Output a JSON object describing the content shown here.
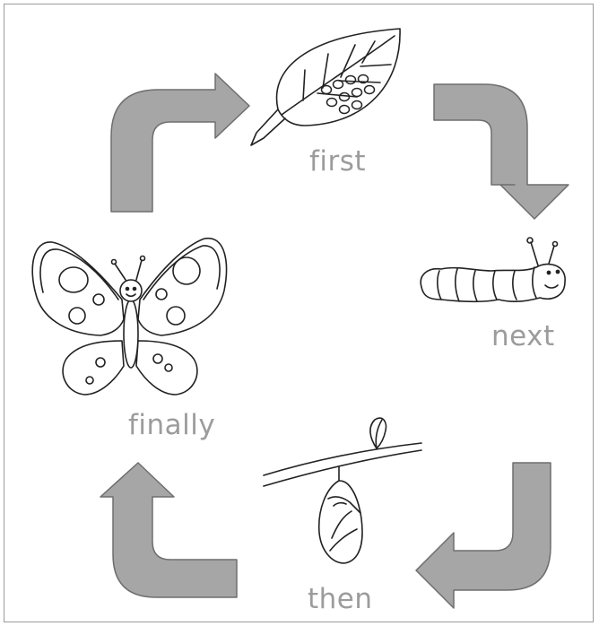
{
  "stages": [
    {
      "key": "first",
      "label": "first",
      "picture": "leaf-with-eggs-icon"
    },
    {
      "key": "next",
      "label": "next",
      "picture": "caterpillar-icon"
    },
    {
      "key": "then",
      "label": "then",
      "picture": "chrysalis-icon"
    },
    {
      "key": "finally",
      "label": "finally",
      "picture": "butterfly-icon"
    }
  ],
  "colors": {
    "arrow_fill": "#a6a6a6",
    "arrow_stroke": "#6e6e6e",
    "label_text": "#9c9c9c",
    "line_art": "#222222",
    "frame_border": "#9a9a9a"
  }
}
